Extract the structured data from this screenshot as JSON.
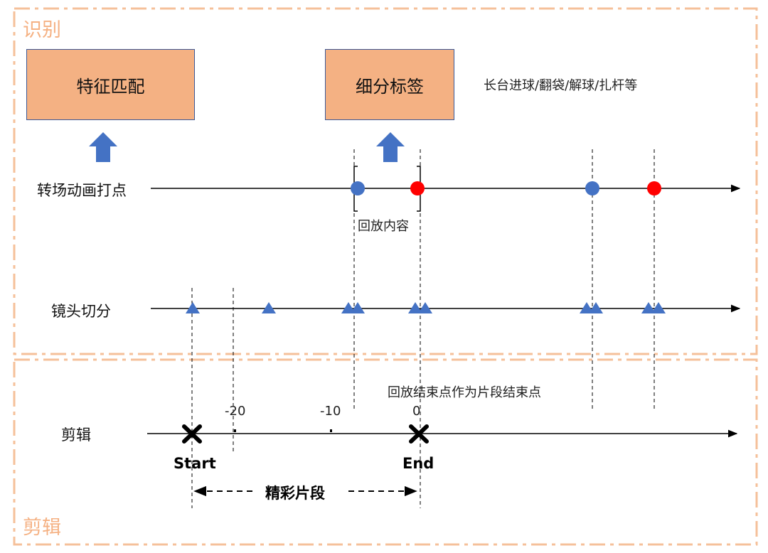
{
  "sections": {
    "top_label": "识别",
    "bottom_label": "剪辑"
  },
  "boxes": {
    "feature_match": "特征匹配",
    "fine_tag": "细分标签"
  },
  "annotations": {
    "tag_examples": "长台进球/翻袋/解球/扎杆等",
    "replay_content": "回放内容",
    "replay_end_note": "回放结束点作为片段结束点"
  },
  "rows": {
    "transition": "转场动画打点",
    "shot_cut": "镜头切分",
    "edit": "剪辑"
  },
  "ticks": [
    "-20",
    "-10",
    "0"
  ],
  "markers": {
    "start": "Start",
    "end": "End"
  },
  "highlight_label": "精彩片段",
  "colors": {
    "border_dash": "#f5c09a",
    "box_fill": "#f4b183",
    "arrow_blue": "#4472c4",
    "dot_red": "#ff0000"
  }
}
